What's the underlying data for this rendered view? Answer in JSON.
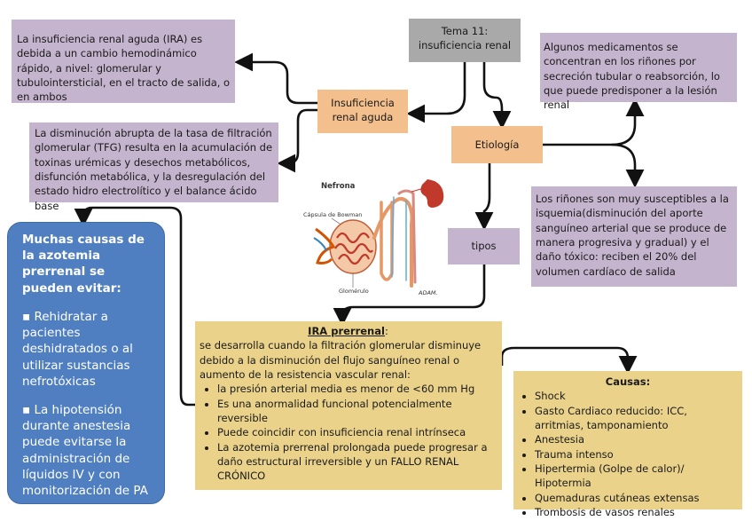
{
  "title_node": {
    "line1": "Tema 11:",
    "line2": "insuficiencia renal"
  },
  "ira_node": {
    "line1": "Insuficiencia",
    "line2": "renal aguda"
  },
  "etiologia_node": {
    "label": "Etiología"
  },
  "tipos_node": {
    "label": "tipos"
  },
  "definition": {
    "text": "La insuficiencia renal aguda (IRA) es debida a un cambio hemodinámico rápido, a nivel: glomerular y tubulointersticial, en el tracto de salida, o en ambos"
  },
  "tfg": {
    "text": "La disminución abrupta de la tasa de filtración glomerular (TFG) resulta en la acumulación de toxinas urémicas y desechos metabólicos, disfunción metabólica, y la desregulación del estado hidro electrolítico y el balance ácido base"
  },
  "medicamentos": {
    "text": "Algunos medicamentos se concentran en los riñones por secreción tubular o reabsorción, lo que puede predisponer a la lesión renal"
  },
  "isquemia": {
    "text": "Los riñones son muy susceptibles a la isquemia(disminución del aporte sanguíneo arterial que se produce de manera progresiva y gradual) y el daño tóxico: reciben el 20% del volumen cardíaco de salida"
  },
  "evitables": {
    "title": "Muchas causas de la azotemia prerrenal se pueden evitar:",
    "items": [
      "▪ Rehidratar a pacientes deshidratados o al utilizar sustancias nefrotóxicas",
      "▪ La hipotensión durante anestesia puede evitarse la administración de líquidos IV y con monitorización de PA"
    ]
  },
  "prerrenal": {
    "title": "IRA prerrenal",
    "title_suffix": ":",
    "intro": "se desarrolla cuando la filtración glomerular disminuye debido a la disminución del flujo sanguíneo renal o aumento de la resistencia vascular renal:",
    "items": [
      "la presión arterial media es menor de <60 mm Hg",
      "Es una anormalidad funcional potencialmente reversible",
      "Puede coincidir con insuficiencia renal intrínseca",
      "La azotemia prerrenal prolongada puede progresar a daño estructural irreversible y un FALLO RENAL CRÓNICO"
    ]
  },
  "causas": {
    "title": "Causas:",
    "items": [
      "Shock",
      "Gasto Cardiaco reducido: ICC, arritmias, tamponamiento",
      "Anestesia",
      "Trauma intenso",
      "Hipertermia (Golpe de calor)/ Hipotermia",
      "Quemaduras cutáneas extensas",
      "Trombosis de vasos renales"
    ]
  },
  "image": {
    "label_nefrona": "Nefrona",
    "label_capsula": "Cápsula de Bowman",
    "label_glomerulo": "Glomérulo",
    "label_adam": "ADAM."
  }
}
